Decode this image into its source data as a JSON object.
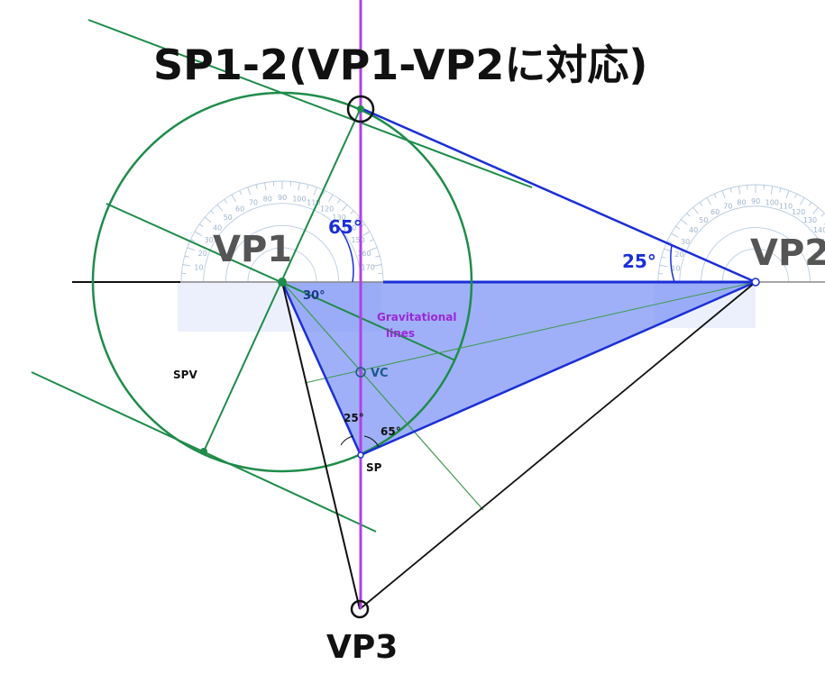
{
  "title": "SP1-2(VP1-VP2に対応)",
  "labels": {
    "vp1": "VP1",
    "vp2": "VP2",
    "vp3": "VP3",
    "angle_65_top": "65°",
    "angle_25_right": "25°",
    "angle_30": "30°",
    "gravitational": "Gravitational",
    "lines": "lines",
    "vc": "VC",
    "spv": "SPV",
    "sp": "SP",
    "angle_25_sp": "25°",
    "angle_65_sp": "65°"
  },
  "colors": {
    "circle_green": "#1e8c4a",
    "blue_line": "#1a2fd6",
    "purple_line": "#b040e8",
    "triangle_fill": "#7f95f5",
    "black_line": "#111111"
  },
  "protractor_ticks": [
    "10",
    "20",
    "30",
    "40",
    "50",
    "60",
    "70",
    "80",
    "90",
    "100",
    "110",
    "120",
    "130",
    "140",
    "150",
    "160",
    "170"
  ]
}
